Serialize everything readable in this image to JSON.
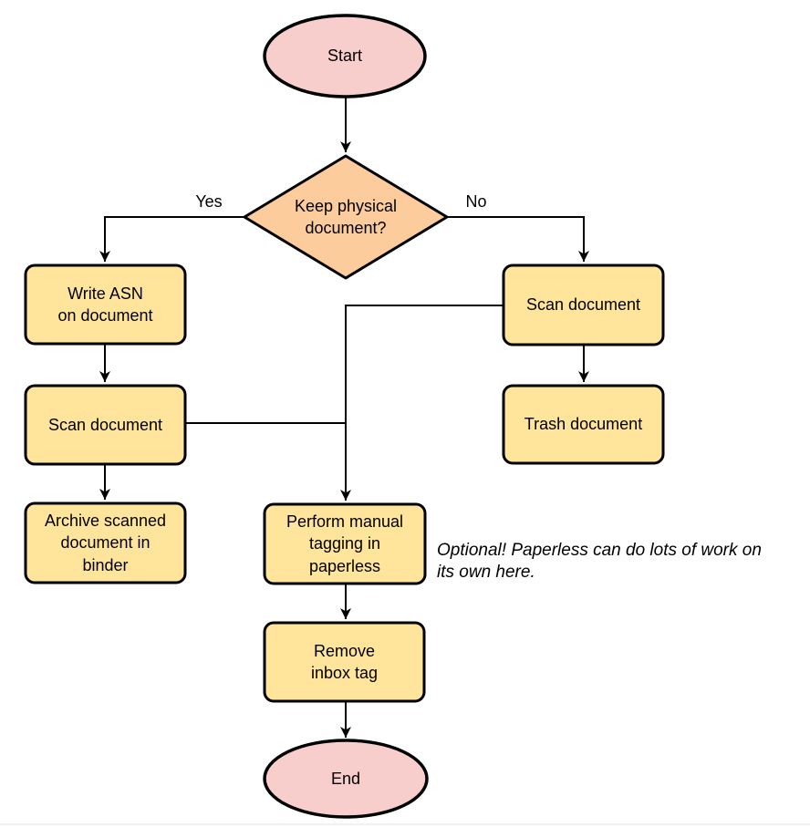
{
  "diagram": {
    "type": "flowchart",
    "nodes": {
      "start": {
        "label": "Start",
        "shape": "terminator"
      },
      "decision": {
        "label": "Keep physical\ndocument?",
        "shape": "decision"
      },
      "write_asn": {
        "label": "Write ASN\non document",
        "shape": "process"
      },
      "scan_left": {
        "label": "Scan document",
        "shape": "process"
      },
      "archive": {
        "label": "Archive scanned\ndocument in\nbinder",
        "shape": "process"
      },
      "scan_right": {
        "label": "Scan document",
        "shape": "process"
      },
      "trash": {
        "label": "Trash document",
        "shape": "process"
      },
      "tagging": {
        "label": "Perform manual\ntagging in\npaperless",
        "shape": "process"
      },
      "remove_inbox": {
        "label": "Remove\ninbox tag",
        "shape": "process"
      },
      "end": {
        "label": "End",
        "shape": "terminator"
      }
    },
    "edge_labels": {
      "yes": "Yes",
      "no": "No"
    },
    "annotation": "Optional! Paperless can do lots of work on\nits own here.",
    "colors": {
      "terminator_fill": "#F8CECC",
      "process_fill": "#FFE59B",
      "decision_fill": "#FCCC9D",
      "stroke": "#000000",
      "edge": "#000000"
    }
  }
}
